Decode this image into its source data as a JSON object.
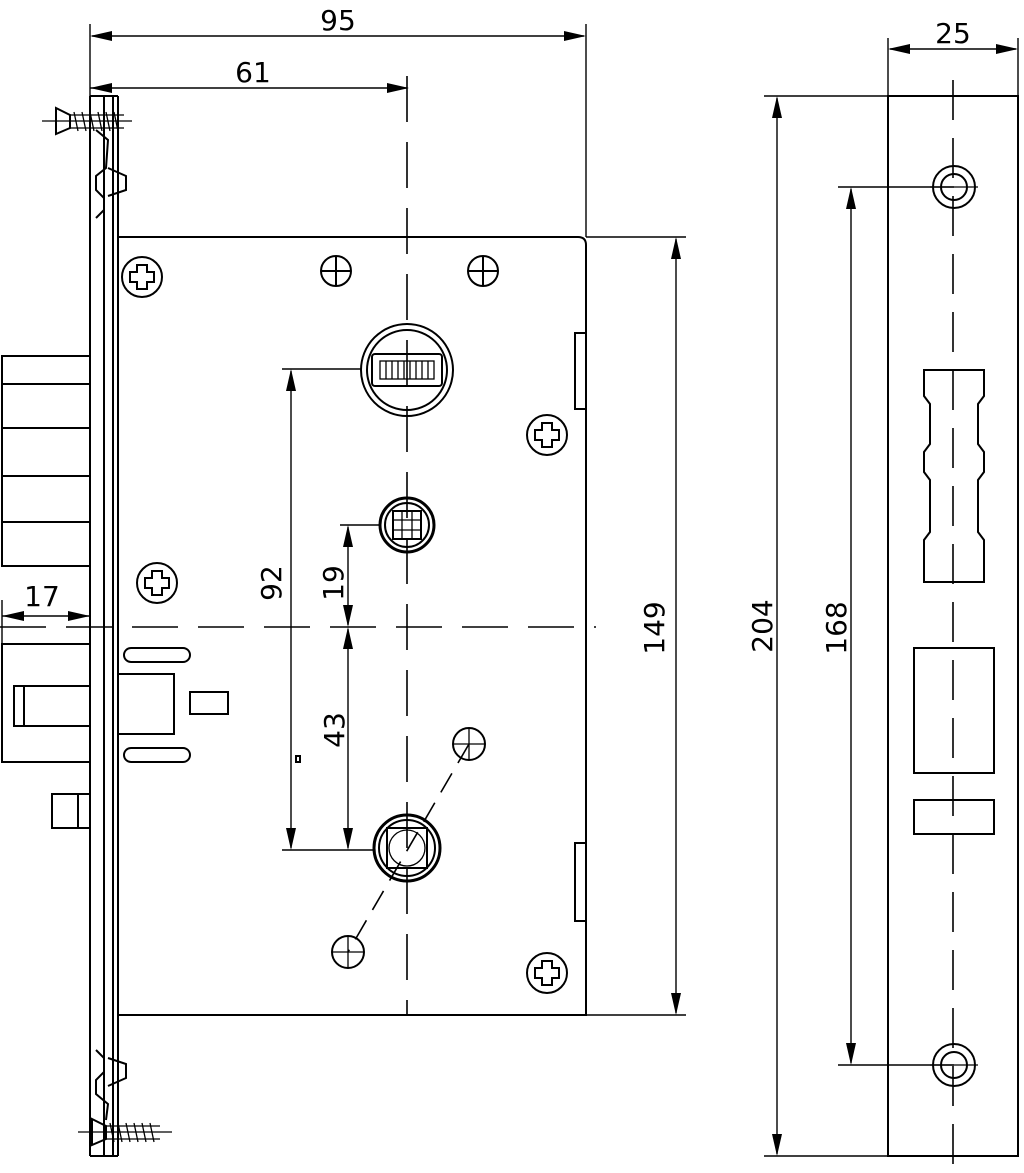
{
  "dimensions": {
    "total_width": "95",
    "backset": "61",
    "faceplate_width": "25",
    "faceplate_height": "204",
    "fixing_hole_spacing": "168",
    "case_height": "149",
    "handle_to_cylinder": "92",
    "spindle_to_axis": "19",
    "axis_to_cylinder": "43",
    "latch_projection": "17"
  }
}
